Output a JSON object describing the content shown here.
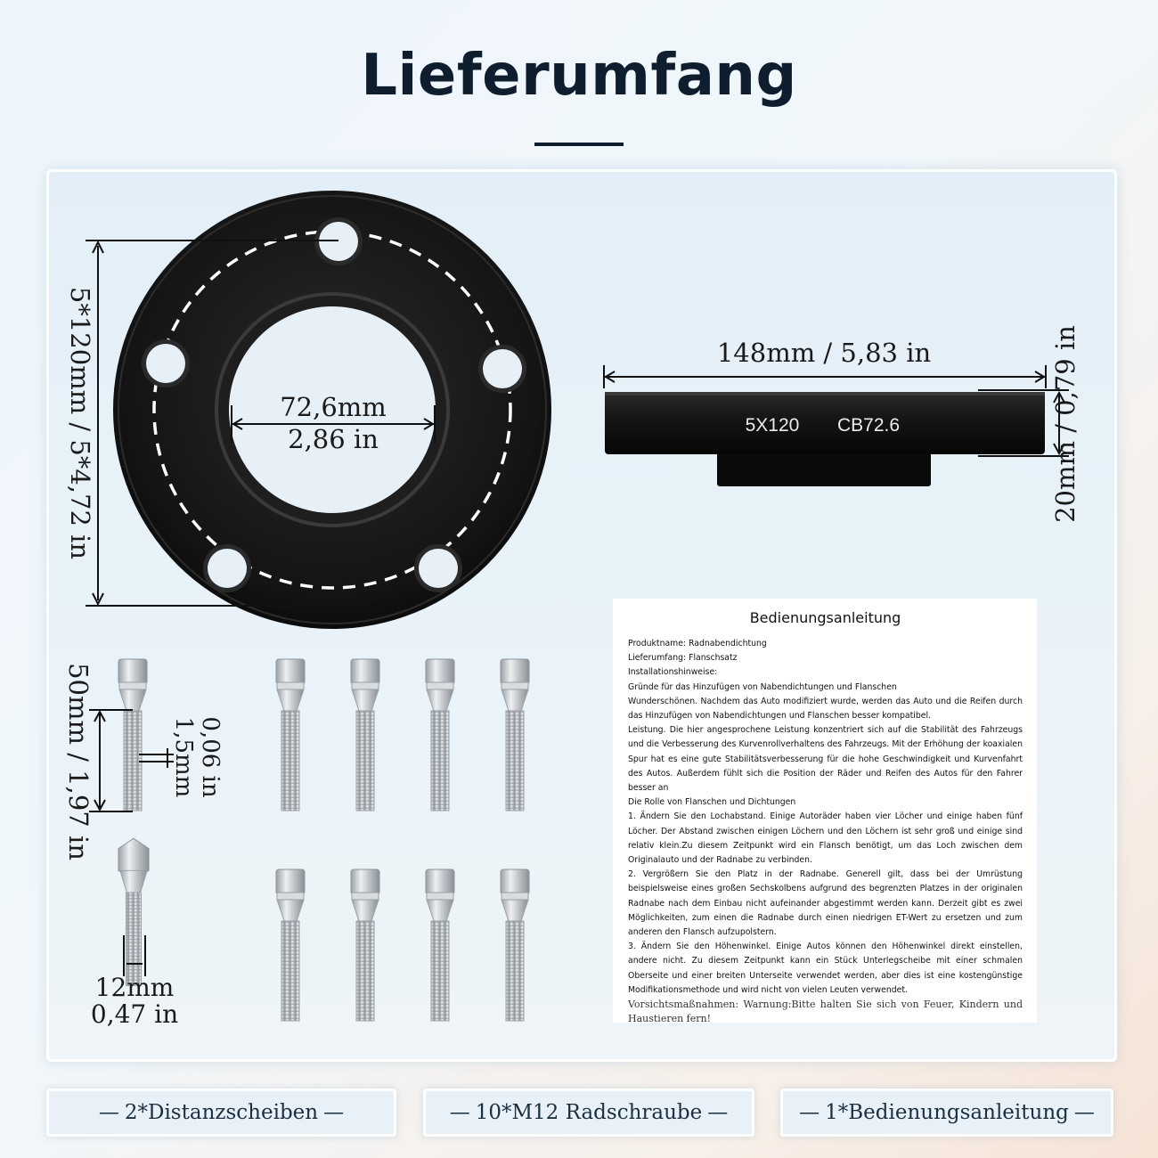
{
  "title": "Lieferumfang",
  "spacer_dims": {
    "bolt_pattern": "5*120mm / 5*4,72 in",
    "center_bore_mm": "72,6mm",
    "center_bore_in": "2,86 in",
    "outer_diameter": "148mm / 5,83 in",
    "thickness": "20mm / 0,79 in",
    "stamp_pattern": "5X120",
    "stamp_bore": "CB72.6"
  },
  "bolt_dims": {
    "length": "50mm / 1,97 in",
    "pitch_mm": "1,5mm",
    "pitch_in": "0,06 in",
    "diameter_mm": "12mm",
    "diameter_in": "0,47 in"
  },
  "manual": {
    "title": "Bedienungsanleitung",
    "lines": [
      "Produktname: Radnabendichtung",
      "Lieferumfang: Flanschsatz",
      "Installationshinweise:",
      "Gründe für das Hinzufügen von Nabendichtungen und Flanschen",
      "Wunderschönen. Nachdem das Auto modifiziert wurde, werden das Auto und die Reifen durch das Hinzufügen von Nabendichtungen und Flanschen besser kompatibel.",
      "Leistung. Die hier angesprochene Leistung konzentriert sich auf die Stabilität des Fahrzeugs und die Verbesserung des Kurvenrollverhaltens des Fahrzeugs. Mit der Erhöhung der koaxialen Spur hat es eine gute Stabilitätsverbesserung für die hohe Geschwindigkeit und Kurvenfahrt des Autos. Außerdem fühlt sich die Position der Räder und Reifen des Autos für den Fahrer besser an",
      "Die Rolle von Flanschen und Dichtungen",
      "1. Ändern Sie den Lochabstand. Einige Autoräder haben vier Löcher und einige haben fünf Löcher. Der Abstand zwischen einigen Löchern und den Löchern ist sehr groß und einige sind relativ klein.Zu diesem Zeitpunkt wird ein Flansch benötigt, um das Loch zwischen dem Originalauto und der Radnabe zu verbinden.",
      "2. Vergrößern Sie den Platz in der Radnabe. Generell gilt, dass bei der Umrüstung beispielsweise eines großen Sechskolbens aufgrund des begrenzten Platzes in der originalen Radnabe nach dem Einbau nicht aufeinander abgestimmt werden kann. Derzeit gibt es zwei Möglichkeiten, zum einen die Radnabe durch einen niedrigen ET-Wert zu ersetzen und zum anderen den Flansch aufzupolstern.",
      "3. Ändern Sie den Höhenwinkel. Einige Autos können den Höhenwinkel direkt einstellen, andere nicht. Zu diesem Zeitpunkt kann ein Stück Unterlegscheibe mit einer schmalen Oberseite und einer breiten Unterseite verwendet werden, aber dies ist eine kostengünstige Modifikationsmethode und wird nicht von vielen Leuten verwendet."
    ],
    "warning": "Vorsichtsmaßnahmen: Warnung:Bitte halten Sie sich von Feuer, Kindern und Haustieren fern!"
  },
  "labels": [
    {
      "dash": "—",
      "text": "2*Distanzscheiben"
    },
    {
      "dash": "—",
      "text": "10*M12 Radschraube"
    },
    {
      "dash": "—",
      "text": "1*Bedienungsanleitung"
    }
  ],
  "colors": {
    "title": "#0f1e2e",
    "spacer": "#151515",
    "bolt": "#c8ccd0",
    "panel": "#e6f0f7"
  }
}
